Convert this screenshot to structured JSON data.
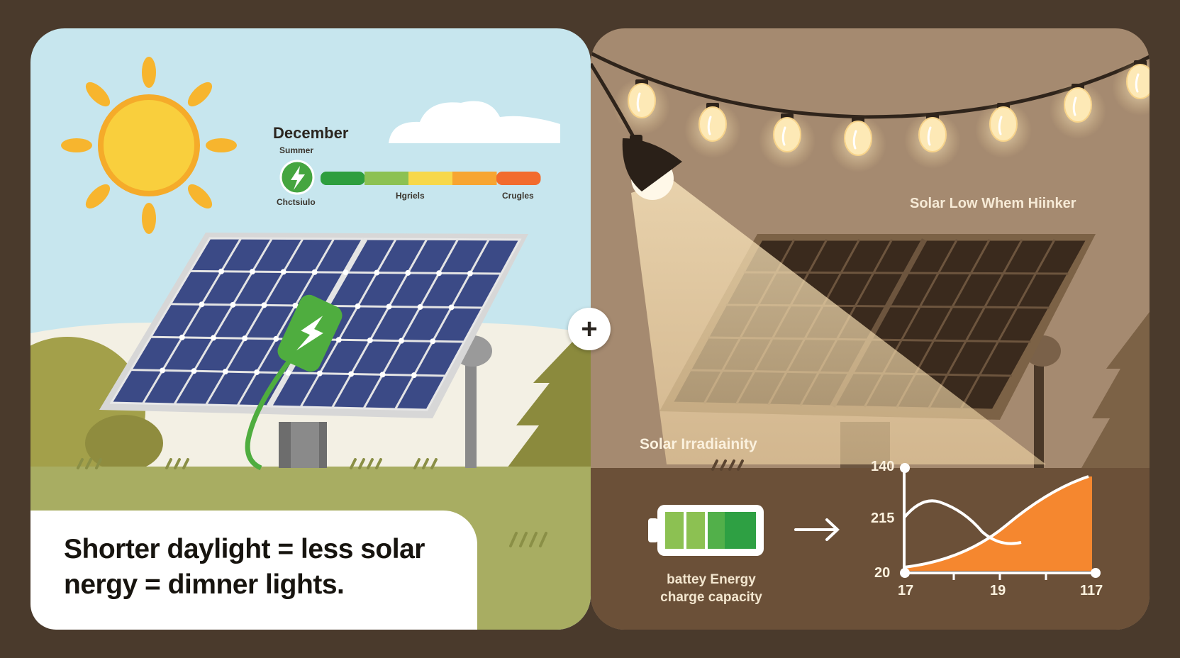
{
  "header": {
    "month": "December",
    "season": "Summer"
  },
  "charge_scale": {
    "left_label": "Chctsiulo",
    "mid_label": "Hgriels",
    "right_label": "Crugles",
    "colors": [
      "#2e9e3e",
      "#8cc152",
      "#f7d84a",
      "#f7a531",
      "#f26b2d"
    ]
  },
  "night_panel": {
    "title": "Solar Low Whem Hiinker"
  },
  "irradiance": {
    "label": "Solar Irradiainity"
  },
  "battery": {
    "label": "battey Energy charge capacity"
  },
  "caption": {
    "text": "Shorter daylight = less solar  nergy = dimner lights."
  },
  "plus_symbol": "+",
  "chart_data": {
    "type": "area",
    "y_tick_labels": [
      "140",
      "215",
      "20"
    ],
    "x_tick_labels": [
      "17",
      "19",
      "117"
    ]
  },
  "colors": {
    "sky": "#c7e6ee",
    "night_bg": "#a58a70",
    "grass": "#a8ad62",
    "orange_area": "#f5872f",
    "panel_blue": "#3b4a86"
  },
  "icons": [
    "sun-icon",
    "lightning-icon",
    "battery-icon",
    "arrow-right-icon",
    "lamp-icon",
    "bulb-icon"
  ]
}
